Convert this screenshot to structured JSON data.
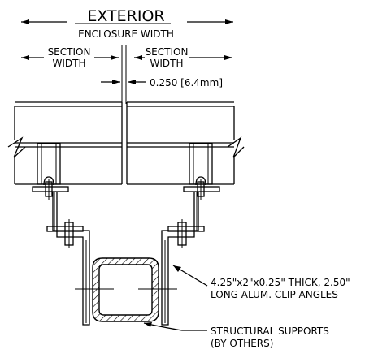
{
  "labels": {
    "exterior": "EXTERIOR",
    "enclosure_width": "ENCLOSURE WIDTH",
    "section_line1": "SECTION",
    "section_line2": "WIDTH",
    "gap_dimension": "0.250 [6.4mm]",
    "clip_line1": "4.25\"x2\"x0.25\" THICK, 2.50\"",
    "clip_line2": "LONG ALUM. CLIP ANGLES",
    "support_line1": "STRUCTURAL SUPPORTS",
    "support_line2": "(BY OTHERS)"
  },
  "colors": {
    "line": "#000000",
    "background": "#ffffff"
  }
}
